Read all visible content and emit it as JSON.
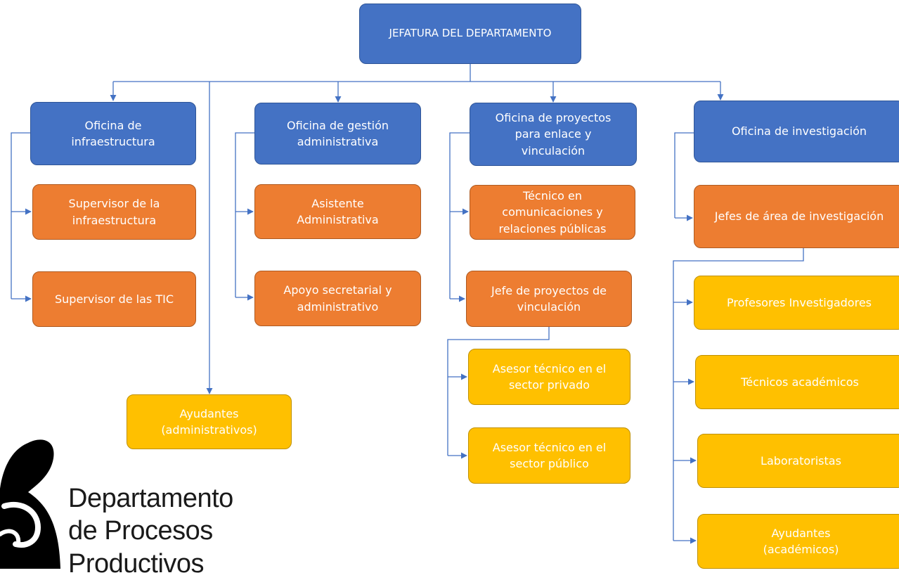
{
  "chart": {
    "root": "JEFATURA DEL DEPARTAMENTO",
    "offices": [
      {
        "label": "Oficina de\ninfraestructura",
        "children": [
          "Supervisor de la\ninfraestructura",
          "Supervisor de las TIC"
        ]
      },
      {
        "label": "Oficina de gestión\nadministrativa",
        "children": [
          "Asistente\nAdministrativa",
          "Apoyo secretarial y\nadministrativo"
        ]
      },
      {
        "label": "Oficina de proyectos\npara enlace y\nvinculación",
        "children": [
          "Técnico en\ncomunicaciones y\nrelaciones públicas",
          "Jefe de proyectos de\nvinculación"
        ],
        "subordinates": [
          "Asesor técnico en el\nsector privado",
          "Asesor técnico  en el\nsector público"
        ]
      },
      {
        "label": "Oficina de investigación",
        "children": [
          "Jefes de área de investigación"
        ],
        "subordinates": [
          "Profesores Investigadores",
          "Técnicos académicos",
          "Laboratoristas",
          "Ayudantes\n(académicos)"
        ]
      }
    ],
    "assistants": "Ayudantes\n(administrativos)"
  },
  "logo": {
    "text": "Departamento\nde Procesos\nProductivos"
  },
  "colors": {
    "level1": "#4472c4",
    "level2": "#ed7d31",
    "level3": "#ffc000",
    "connector": "#4472c4"
  }
}
